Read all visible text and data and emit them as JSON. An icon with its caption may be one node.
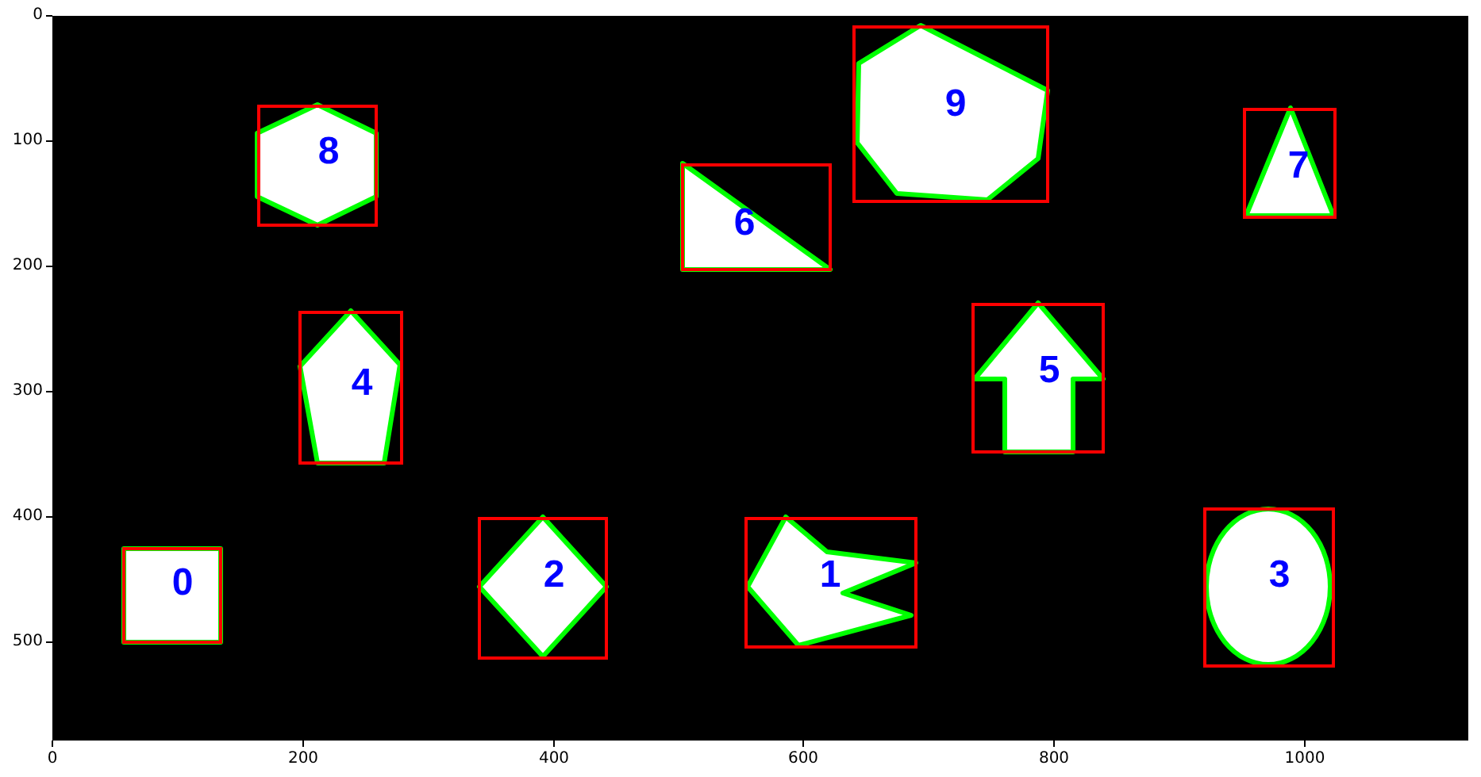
{
  "diagram": {
    "nodes": [
      {
        "text": [
          "8"
        ]
      },
      {
        "text": [
          "6"
        ]
      },
      {
        "text": [
          "9"
        ]
      },
      {
        "text": [
          "7"
        ]
      },
      {
        "text": [
          "4"
        ]
      },
      {
        "text": [
          "5"
        ]
      },
      {
        "text": [
          "0"
        ]
      },
      {
        "text": [
          "2"
        ]
      },
      {
        "text": [
          "1"
        ]
      },
      {
        "text": [
          "3"
        ]
      }
    ],
    "labels": [
      "0",
      "100",
      "200",
      "300",
      "400",
      "500",
      "0",
      "200",
      "400",
      "600",
      "800",
      "1000"
    ]
  }
}
